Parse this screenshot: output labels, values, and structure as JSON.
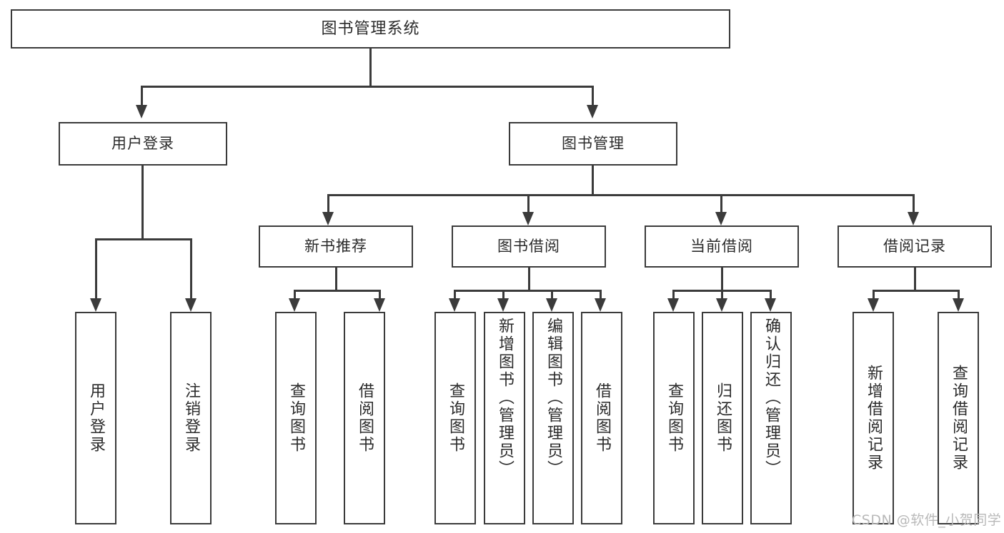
{
  "diagram": {
    "title": "图书管理系统",
    "type": "functional-structure-tree",
    "background": "#ffffff",
    "box_border_color": "#3b3b3b",
    "connector_color": "#3b3b3b",
    "text_color": "#2b2b2b"
  },
  "root": {
    "label": "图书管理系统"
  },
  "level2": [
    {
      "label": "用户登录"
    },
    {
      "label": "图书管理"
    }
  ],
  "level3": [
    {
      "label": "新书推荐"
    },
    {
      "label": "图书借阅"
    },
    {
      "label": "当前借阅"
    },
    {
      "label": "借阅记录"
    }
  ],
  "leaves": {
    "user_login": [
      {
        "label": "用户登录"
      },
      {
        "label": "注销登录"
      }
    ],
    "new_book": [
      {
        "label": "查询图书"
      },
      {
        "label": "借阅图书"
      }
    ],
    "book_borrow": [
      {
        "label": "查询图书"
      },
      {
        "label": "新增图书（管理员）"
      },
      {
        "label": "编辑图书（管理员）"
      },
      {
        "label": "借阅图书"
      }
    ],
    "current_borrow": [
      {
        "label": "查询图书"
      },
      {
        "label": "归还图书"
      },
      {
        "label": "确认归还（管理员）"
      }
    ],
    "borrow_record": [
      {
        "label": "新增借阅记录"
      },
      {
        "label": "查询借阅记录"
      }
    ]
  },
  "watermark": {
    "text": "CSDN @软件_小贺同学",
    "color": "#b9b9b9"
  }
}
